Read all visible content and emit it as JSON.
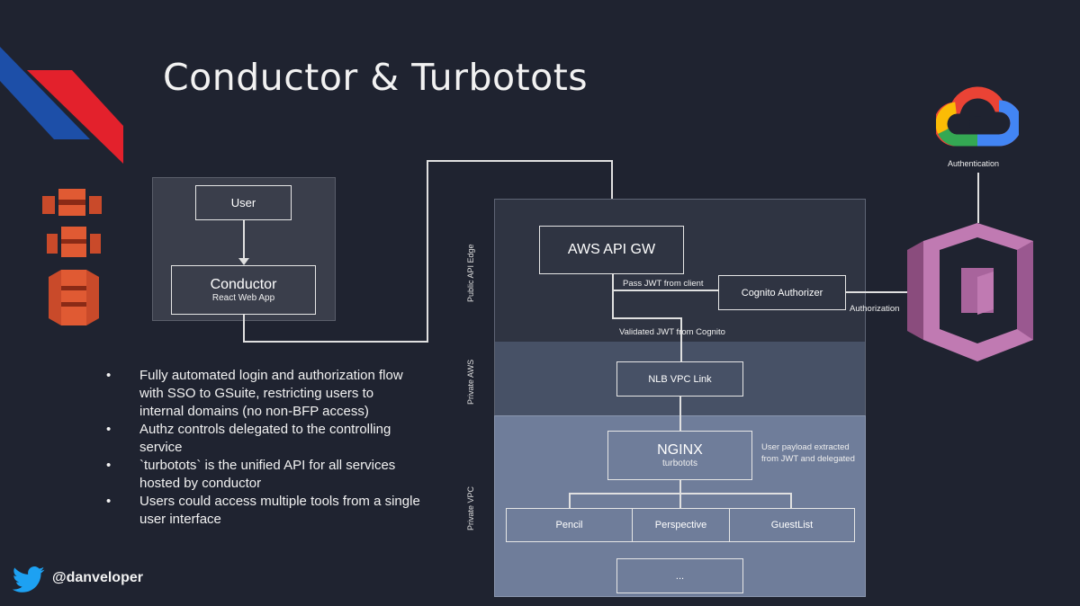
{
  "slide": {
    "title": "Conductor & Turbotots",
    "twitter_handle": "@danveloper",
    "colors": {
      "background": "#1f2330",
      "accent_red": "#e3212c",
      "accent_blue": "#1d4fa8"
    }
  },
  "diagram": {
    "user_box": "User",
    "conductor": {
      "title": "Conductor",
      "subtitle": "React Web App"
    },
    "aws_api_gw": "AWS API GW",
    "cognito_authorizer": "Cognito Authorizer",
    "nlb_vpc_link": "NLB VPC Link",
    "nginx": {
      "title": "NGINX",
      "subtitle": "turbotots"
    },
    "services": [
      "Pencil",
      "Perspective",
      "GuestList"
    ],
    "more_box": "...",
    "labels": {
      "pass_jwt": "Pass JWT from client",
      "validated_jwt": "Validated JWT from Cognito",
      "authorization": "Authorization",
      "authentication": "Authentication",
      "user_payload": "User payload extracted from JWT and delegated"
    },
    "zones": {
      "public_api_edge": "Public API Edge",
      "private_aws": "Private AWS",
      "private_vpc": "Private VPC"
    }
  },
  "bullets": [
    "Fully automated login and authorization flow with SSO to GSuite, restricting users to internal domains (no non-BFP access)",
    "Authz controls delegated to the controlling service",
    "`turbotots` is the unified API for all services hosted by conductor",
    "Users could access multiple tools from a single user interface"
  ]
}
